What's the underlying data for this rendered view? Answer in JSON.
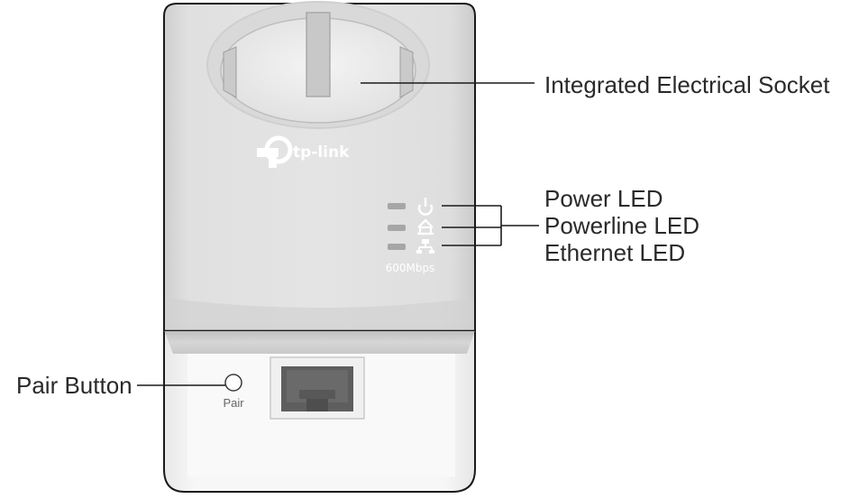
{
  "device": {
    "brand": "tp-link",
    "speed": "600Mbps",
    "pair_label": "Pair",
    "leds": [
      {
        "name": "Power",
        "icon": "power-icon",
        "state": "off"
      },
      {
        "name": "Powerline",
        "icon": "house-icon",
        "state": "off"
      },
      {
        "name": "Ethernet",
        "icon": "ethernet-icon",
        "state": "off"
      }
    ]
  },
  "callouts": {
    "socket": "Integrated Electrical Socket",
    "power_led": "Power LED",
    "powerline_led": "Powerline LED",
    "ethernet_led": "Ethernet LED",
    "pair_button": "Pair Button"
  },
  "colors": {
    "body_light": "#f2f2f2",
    "body_mid": "#e6e6e6",
    "outline": "#1a1a1a",
    "logo": "#ffffff",
    "led_off": "#a6a6a6"
  }
}
